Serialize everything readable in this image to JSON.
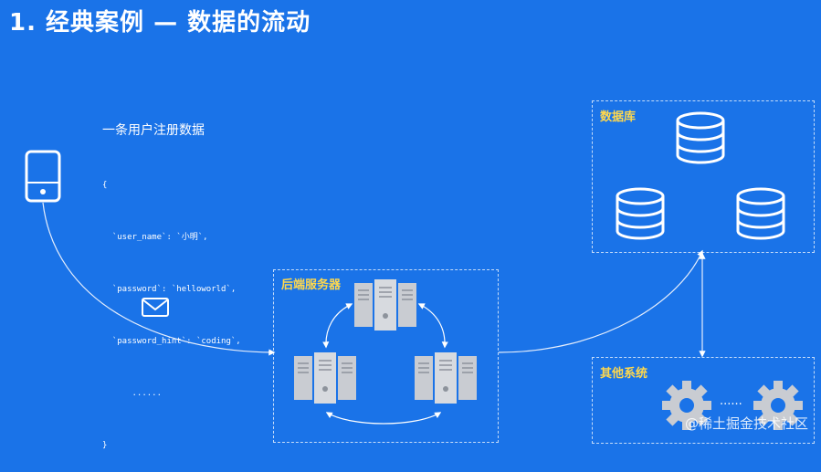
{
  "title": "1. 经典案例 — 数据的流动",
  "record": {
    "heading": "一条用户注册数据",
    "lines": [
      "{",
      "  `user_name`: `小明`,",
      "  `password`: `helloworld`,",
      "  `password_hint`: `coding`,",
      "      ......",
      "}"
    ]
  },
  "backend": {
    "label": "后端服务器"
  },
  "database": {
    "label": "数据库"
  },
  "other": {
    "label": "其他系统",
    "ellipsis": "......"
  },
  "watermark": "@稀土掘金技术社区",
  "icons": {
    "phone": "phone-icon",
    "mail": "mail-icon",
    "server": "server-icon",
    "database": "database-icon",
    "gear": "gear-icon"
  },
  "colors": {
    "background": "#1a73e8",
    "accent": "#ffd84d",
    "server": "#c9ccd2"
  }
}
